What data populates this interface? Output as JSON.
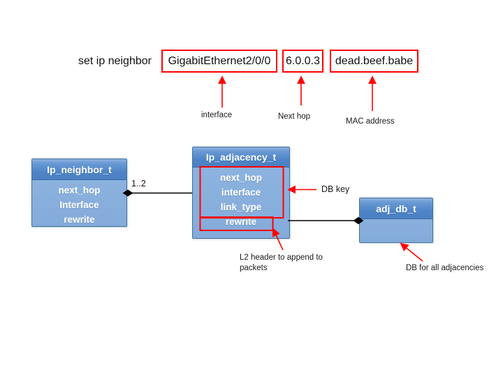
{
  "command": {
    "prefix": "set ip neighbor",
    "args": [
      {
        "value": "GigabitEthernet2/0/0",
        "label": "interface"
      },
      {
        "value": "6.0.0.3",
        "label": "Next hop"
      },
      {
        "value": "dead.beef.babe",
        "label": "MAC address"
      }
    ]
  },
  "classes": {
    "neighbor": {
      "title": "Ip_neighbor_t",
      "fields": [
        "next_hop",
        "Interface",
        "rewrite"
      ]
    },
    "adjacency": {
      "title": "Ip_adjacency_t",
      "fields": [
        "next_hop",
        "interface",
        "link_type",
        "rewrite"
      ]
    },
    "adj_db": {
      "title": "adj_db_t",
      "fields": []
    }
  },
  "relations": {
    "neighbor_to_adjacency": {
      "multiplicity": "1..2"
    }
  },
  "annotations": {
    "db_key": "DB key",
    "l2_header_lines": [
      "L2 header to append to",
      "packets"
    ],
    "db_for_all": "DB for all adjacencies"
  },
  "colors": {
    "annotation_red": "#FF0000",
    "box_header_top": "#8CB0DE",
    "box_header_bottom": "#4B80C2",
    "box_body": "#8DB4E2",
    "box_border": "#41719C",
    "connector_black": "#000000",
    "box_text": "#FFFFFF",
    "background": "#FFFFFF"
  }
}
